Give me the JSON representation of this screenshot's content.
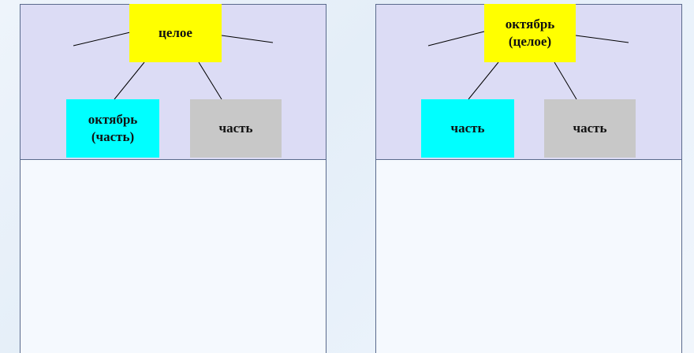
{
  "left_diagram": {
    "whole": "целое",
    "part_1": "октябрь\n(часть)",
    "part_2": "часть"
  },
  "right_diagram": {
    "whole": "октябрь\n(целое)",
    "part_1": "часть",
    "part_2": "часть"
  },
  "colors": {
    "whole_box": "#ffff00",
    "part_highlight": "#00ffff",
    "part_plain": "#c8c8c8",
    "panel_top": "#dcdcf5"
  }
}
